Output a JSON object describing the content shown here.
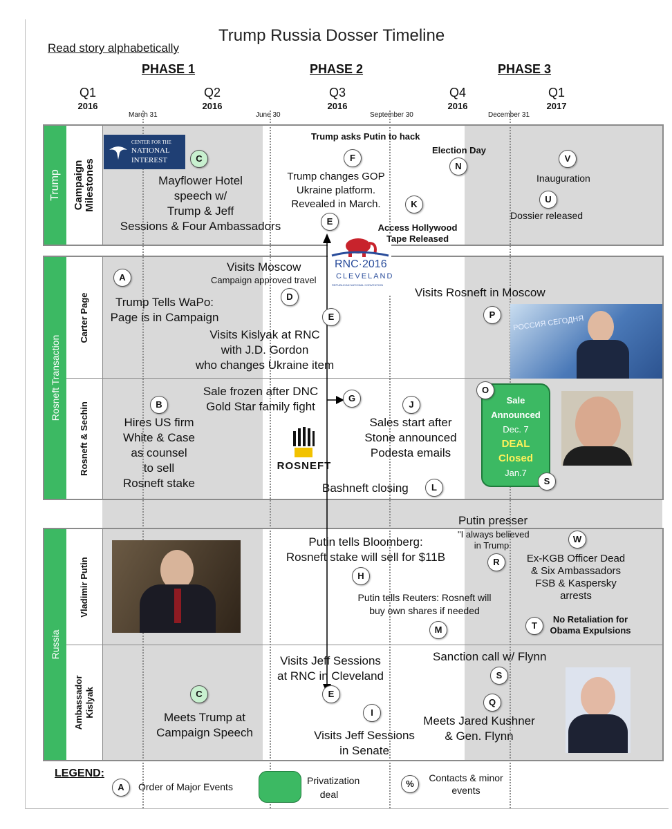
{
  "title": "Trump Russia Dosser Timeline",
  "read_story": "Read story alphabetically",
  "phases": [
    "PHASE 1",
    "PHASE 2",
    "PHASE 3"
  ],
  "quarters": [
    {
      "q": "Q1",
      "year": "2016"
    },
    {
      "q": "Q2",
      "year": "2016"
    },
    {
      "q": "Q3",
      "year": "2016"
    },
    {
      "q": "Q4",
      "year": "2016"
    },
    {
      "q": "Q1",
      "year": "2017"
    }
  ],
  "date_marks": [
    "March 31",
    "June 30",
    "September 30",
    "December 31"
  ],
  "groups": {
    "trump": "Trump",
    "rosneft": "Rosneft Transaction",
    "russia": "Russia"
  },
  "rows": {
    "campaign": [
      "Campaign",
      "Milestones"
    ],
    "carter": "Carter Page",
    "rosneft": "Rosneft & Sechin",
    "putin": "Vladimir Putin",
    "kislyak": [
      "Ambassador",
      "Kislyak"
    ]
  },
  "logos": {
    "cni": {
      "line1": "CENTER FOR THE",
      "line2": "NATIONAL",
      "line3": "INTEREST"
    },
    "rnc": {
      "line1": "RNC·2016",
      "line2": "CLEVELAND",
      "line3": "REPUBLICAN NATIONAL CONVENTION"
    },
    "rosneft": "ROSNEFT",
    "page_photo_text": "РОССИЯ СЕГОДНЯ"
  },
  "events": {
    "a": {
      "letter": "A",
      "text": [
        "Trump Tells WaPo:",
        "Page is in Campaign"
      ]
    },
    "b": {
      "letter": "B",
      "text": [
        "Hires US firm",
        "White & Case",
        "as counsel",
        "to sell",
        "Rosneft stake"
      ]
    },
    "c1": {
      "letter": "C",
      "text": [
        "Mayflower Hotel",
        "speech w/",
        "Trump & Jeff",
        "Sessions & Four Ambassadors"
      ]
    },
    "c2": {
      "letter": "C",
      "text": [
        "Meets Trump at",
        "Campaign Speech"
      ]
    },
    "d": {
      "letter": "D",
      "text": [
        "Visits Moscow"
      ],
      "sub": "Campaign approved travel"
    },
    "e1": {
      "letter": "E",
      "text": [
        "Visits Kislyak at RNC",
        "with J.D. Gordon",
        "who changes Ukraine item"
      ]
    },
    "e2": {
      "letter": "E",
      "text": [
        "Visits Jeff Sessions",
        "at RNC in Cleveland"
      ]
    },
    "e3": {
      "letter": "E"
    },
    "f": {
      "letter": "F",
      "head": "Trump asks Putin to hack",
      "text": [
        "Trump changes GOP",
        "Ukraine platform.",
        "Revealed in March."
      ]
    },
    "g": {
      "letter": "G",
      "text": [
        "Sale frozen after DNC",
        "Gold Star family fight"
      ]
    },
    "h": {
      "letter": "H",
      "text": [
        "Putin tells Bloomberg:",
        "Rosneft stake will sell for $11B"
      ]
    },
    "i": {
      "letter": "I",
      "text": [
        "Visits Jeff Sessions",
        "in Senate"
      ]
    },
    "j": {
      "letter": "J",
      "text": [
        "Sales start after",
        "Stone announced",
        "Podesta emails"
      ]
    },
    "k": {
      "letter": "K",
      "text": [
        "Access Hollywood",
        "Tape Released"
      ]
    },
    "l": {
      "letter": "L",
      "text": [
        "Bashneft closing"
      ]
    },
    "m": {
      "letter": "M",
      "text": [
        "Putin tells Reuters: Rosneft will",
        "buy own shares if needed"
      ]
    },
    "n": {
      "letter": "N",
      "text": [
        "Election Day"
      ]
    },
    "o": {
      "letter": "O",
      "sale": "Sale",
      "announced": "Announced",
      "date1": "Dec. 7",
      "deal": "DEAL",
      "closed": "Closed",
      "date2": "Jan.7"
    },
    "p": {
      "letter": "P",
      "text": [
        "Visits Rosneft in Moscow"
      ]
    },
    "q": {
      "letter": "Q",
      "text": [
        "Meets Jared Kushner",
        "& Gen. Flynn"
      ]
    },
    "r": {
      "letter": "R",
      "text": [
        "Putin presser"
      ],
      "quote": [
        "\"I always believed",
        "in Trump"
      ]
    },
    "s1": {
      "letter": "S"
    },
    "s2": {
      "letter": "S",
      "text": [
        "Sanction call w/ Flynn"
      ]
    },
    "t": {
      "letter": "T",
      "text": [
        "No Retaliation for",
        "Obama Expulsions"
      ]
    },
    "u": {
      "letter": "U",
      "text": [
        "Dossier released"
      ]
    },
    "v": {
      "letter": "V",
      "text": [
        "Inauguration"
      ]
    },
    "w": {
      "letter": "W",
      "text": [
        "Ex-KGB Officer Dead",
        "& Six Ambassadors",
        "FSB & Kaspersky",
        "arrests"
      ]
    }
  },
  "legend": {
    "title": "LEGEND:",
    "circle_letter": "A",
    "circle_label": "Order of Major Events",
    "green_label": [
      "Privatization",
      "deal"
    ],
    "pct_symbol": "%",
    "pct_label": [
      "Contacts & minor",
      "events"
    ]
  },
  "colors": {
    "green": "#3cb963",
    "grey": "#d9d9d9",
    "cni_blue": "#1f3f74",
    "rnc_red": "#c8232c",
    "rnc_blue": "#2a4d9b"
  }
}
